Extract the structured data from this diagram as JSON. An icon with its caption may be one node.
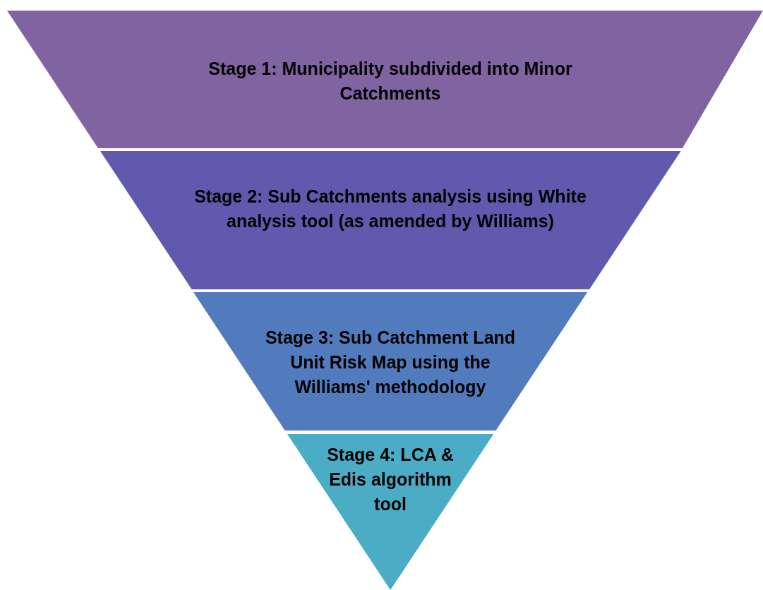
{
  "diagram": {
    "nodes": [
      {
        "text": [
          "Stage 1: Municipality subdivided into Minor Catchments"
        ]
      },
      {
        "text": [
          "Stage 2: Sub Catchments analysis using White analysis tool (as amended by Williams)"
        ]
      },
      {
        "text": [
          "Stage 3: Sub Catchment Land Unit Risk Map using the Williams' methodology"
        ]
      },
      {
        "text": [
          "Stage 4: LCA & Edis algorithm tool"
        ]
      }
    ]
  }
}
